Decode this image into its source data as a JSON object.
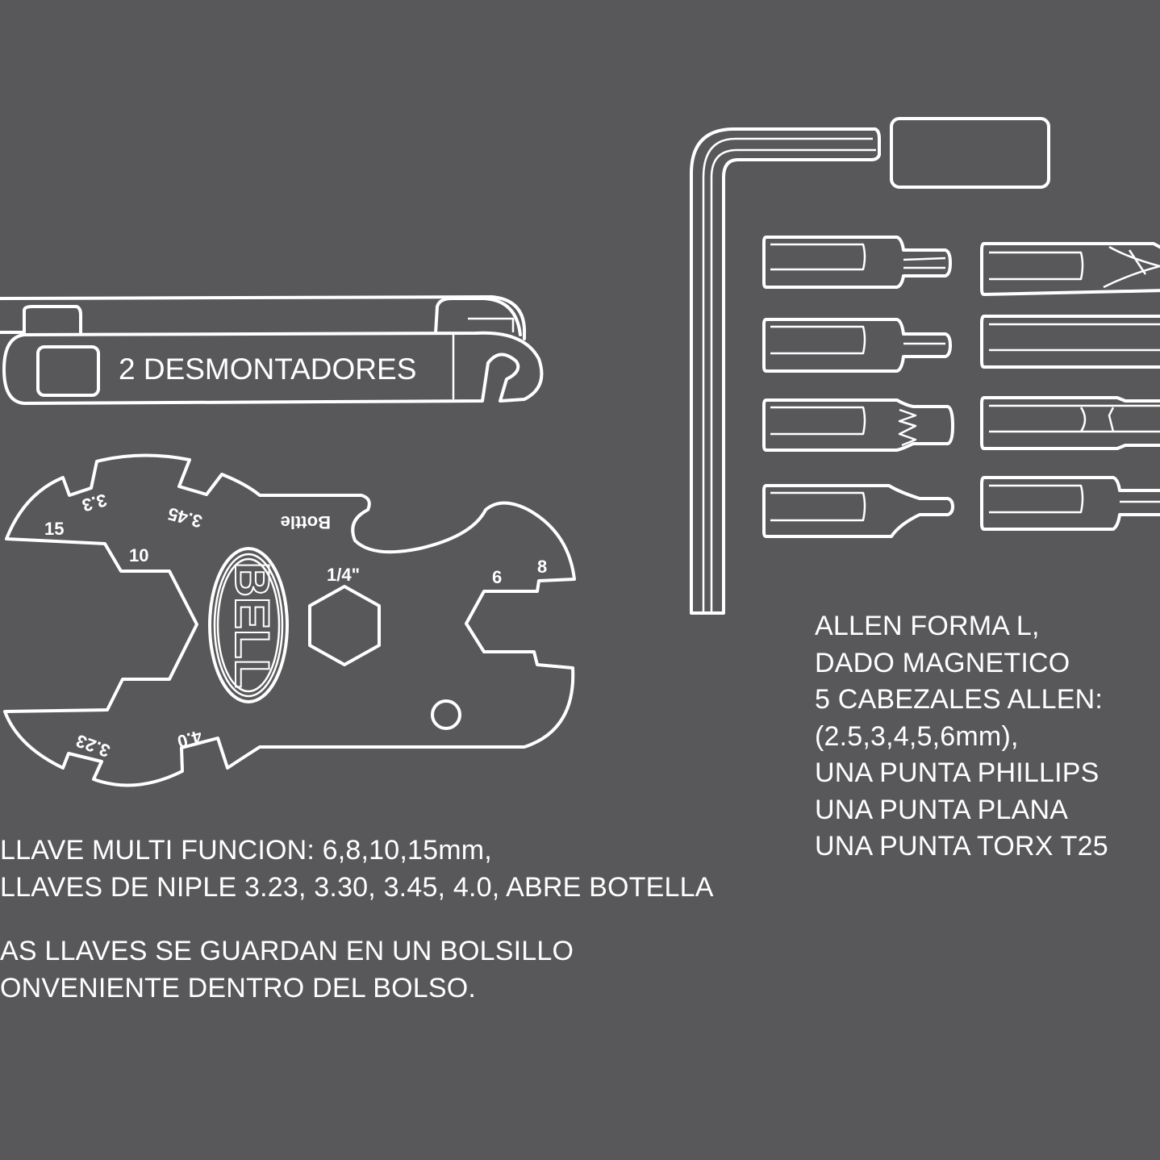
{
  "colors": {
    "background": "#58585a",
    "line": "#ffffff"
  },
  "tire_levers": {
    "label": "2 DESMONTADORES"
  },
  "multi_wrench": {
    "brand": "BELL",
    "labels": {
      "s15": "15",
      "s10": "10",
      "n33": "3.3",
      "n345": "3.45",
      "bottle": "Bottle",
      "hex": "1/4\"",
      "s6": "6",
      "s8": "8",
      "n323": "3.23",
      "n40": "4.0"
    }
  },
  "left_text": {
    "lines": [
      "LLAVE MULTI FUNCION: 6,8,10,15mm,",
      "LLAVES DE NIPLE 3.23, 3.30, 3.45, 4.0,  ABRE BOTELLA"
    ],
    "lines2": [
      "AS LLAVES SE GUARDAN EN UN BOLSILLO",
      "ONVENIENTE DENTRO DEL BOLSO."
    ]
  },
  "right_text": {
    "lines": [
      "ALLEN FORMA L,",
      "DADO MAGNETICO",
      "5 CABEZALES ALLEN:",
      "(2.5,3,4,5,6mm),",
      "UNA PUNTA PHILLIPS",
      "UNA PUNTA PLANA",
      "UNA PUNTA TORX T25"
    ]
  }
}
